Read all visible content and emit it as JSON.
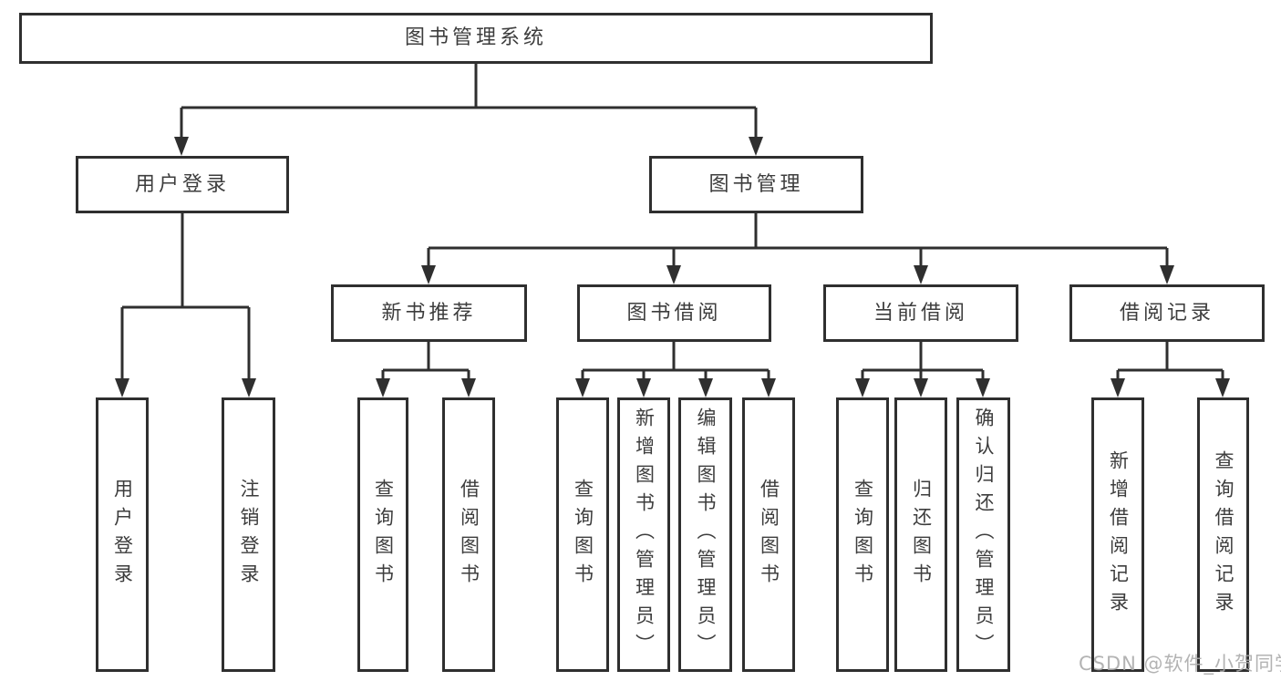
{
  "nodes": {
    "root": "图书管理系统",
    "user_login": {
      "label": "用户登录",
      "children": {
        "login": "用户登录",
        "logout": "注销登录"
      }
    },
    "book_mgmt": {
      "label": "图书管理"
    },
    "new_book": {
      "label": "新书推荐",
      "children": {
        "query": "查询图书",
        "borrow": "借阅图书"
      }
    },
    "borrowing": {
      "label": "图书借阅",
      "children": {
        "query": "查询图书",
        "add": "新增图书（管理员）",
        "edit": "编辑图书（管理员）",
        "borrow": "借阅图书"
      }
    },
    "current": {
      "label": "当前借阅",
      "children": {
        "query": "查询图书",
        "return": "归还图书",
        "confirm": "确认归还（管理员）"
      }
    },
    "records": {
      "label": "借阅记录",
      "children": {
        "add": "新增借阅记录",
        "query": "查询借阅记录"
      }
    }
  },
  "watermark": "CSDN @软件_小贺同学",
  "colors": {
    "line": "#2f2f2f",
    "text": "#3d3d3d",
    "watermark": "#ababab",
    "background": "#ffffff"
  }
}
